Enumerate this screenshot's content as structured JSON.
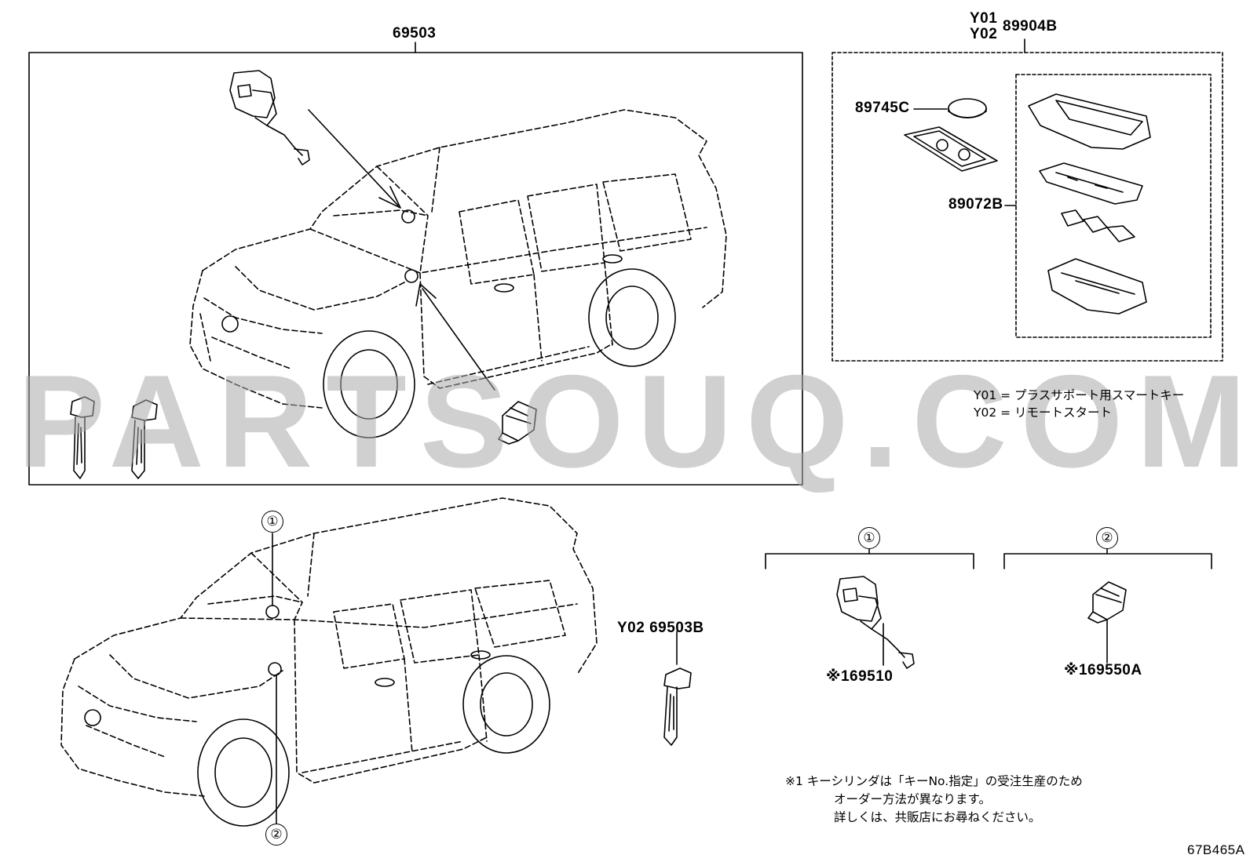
{
  "watermark": "PARTSOUQ.COM",
  "labels": {
    "assembly_top": "69503",
    "y01": "Y01",
    "y02": "Y02",
    "remote_part": "89904B",
    "battery": "89745C",
    "case": "89072B",
    "y02_key": "Y02 69503B",
    "cylinder": "※169510",
    "switch": "※169550A",
    "callout_1": "①",
    "callout_2": "②",
    "diagram_code": "67B465A"
  },
  "legend": {
    "y01": "Y01 = プラスサポート用スマートキー",
    "y02": "Y02 = リモートスタート"
  },
  "footnote": {
    "line1": "※1  キーシリンダは「キーNo.指定」の受注生産のため",
    "line2": "オーダー方法が異なります。",
    "line3": "詳しくは、共販店にお尋ねください。"
  }
}
